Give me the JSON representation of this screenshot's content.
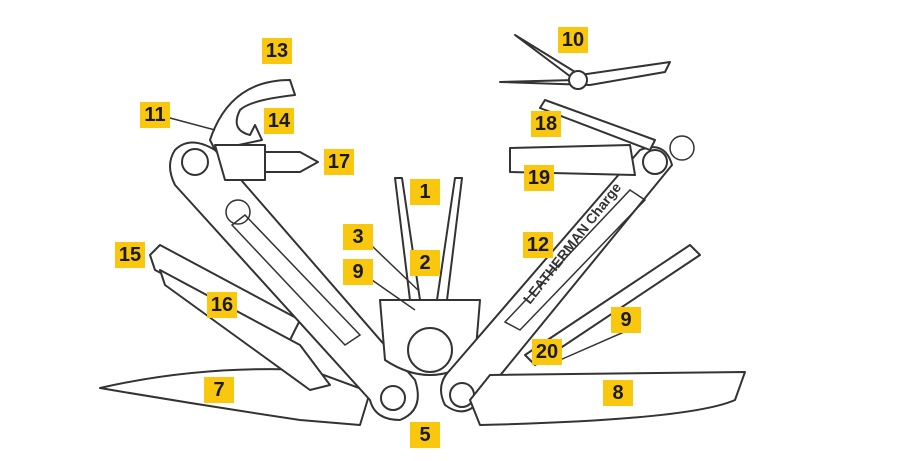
{
  "labels": [
    {
      "id": "13",
      "text": "13"
    },
    {
      "id": "11",
      "text": "11"
    },
    {
      "id": "14",
      "text": "14"
    },
    {
      "id": "17",
      "text": "17"
    },
    {
      "id": "1",
      "text": "1"
    },
    {
      "id": "3",
      "text": "3"
    },
    {
      "id": "2",
      "text": "2"
    },
    {
      "id": "9a",
      "text": "9"
    },
    {
      "id": "15",
      "text": "15"
    },
    {
      "id": "16",
      "text": "16"
    },
    {
      "id": "7",
      "text": "7"
    },
    {
      "id": "5",
      "text": "5"
    },
    {
      "id": "10",
      "text": "10"
    },
    {
      "id": "18",
      "text": "18"
    },
    {
      "id": "19",
      "text": "19"
    },
    {
      "id": "12",
      "text": "12"
    },
    {
      "id": "9b",
      "text": "9"
    },
    {
      "id": "20",
      "text": "20"
    },
    {
      "id": "8",
      "text": "8"
    }
  ],
  "handle_text": "LEATHERMAN Charge",
  "colors": {
    "label_bg": "#f9c80e",
    "line": "#333333"
  }
}
